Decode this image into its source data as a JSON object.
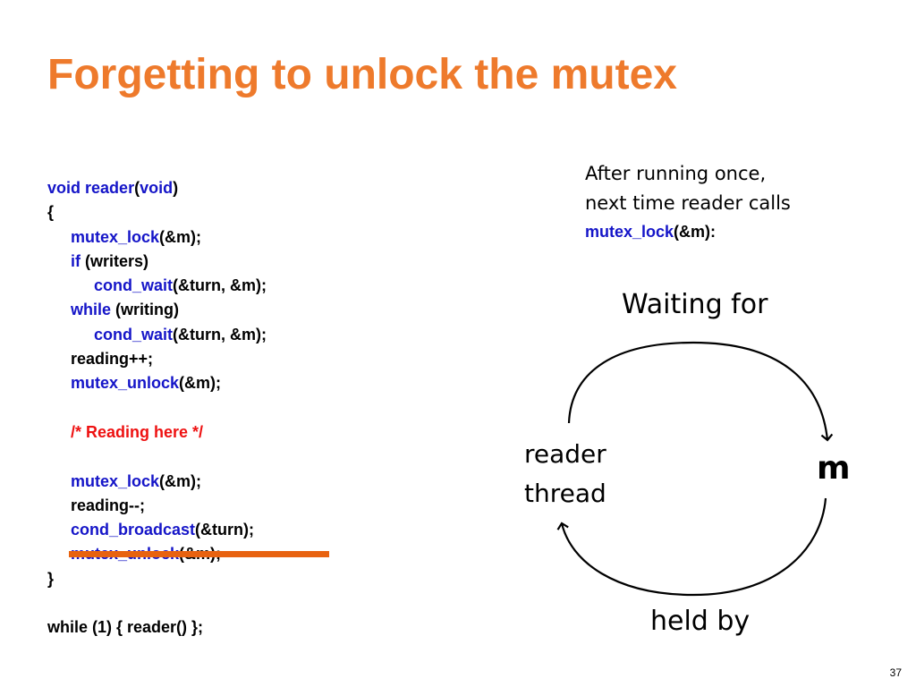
{
  "slide": {
    "title": "Forgetting to unlock the mutex",
    "page_number": "37"
  },
  "code": {
    "lines": [
      {
        "indent": 0,
        "parts": [
          {
            "t": "void",
            "k": "kw"
          },
          {
            "t": " ",
            "k": ""
          },
          {
            "t": "reader",
            "k": "kw"
          },
          {
            "t": "(",
            "k": ""
          },
          {
            "t": "void",
            "k": "kw"
          },
          {
            "t": ")",
            "k": ""
          }
        ]
      },
      {
        "indent": 0,
        "parts": [
          {
            "t": "{",
            "k": ""
          }
        ]
      },
      {
        "indent": 1,
        "parts": [
          {
            "t": "mutex_lock",
            "k": "kw"
          },
          {
            "t": "(&m);",
            "k": ""
          }
        ]
      },
      {
        "indent": 1,
        "parts": [
          {
            "t": "if",
            "k": "kw"
          },
          {
            "t": " (writers)",
            "k": ""
          }
        ]
      },
      {
        "indent": 2,
        "parts": [
          {
            "t": "cond_wait",
            "k": "kw"
          },
          {
            "t": "(&turn, &m);",
            "k": ""
          }
        ]
      },
      {
        "indent": 1,
        "parts": [
          {
            "t": "while",
            "k": "kw"
          },
          {
            "t": " (writing)",
            "k": ""
          }
        ]
      },
      {
        "indent": 2,
        "parts": [
          {
            "t": "cond_wait",
            "k": "kw"
          },
          {
            "t": "(&turn, &m);",
            "k": ""
          }
        ]
      },
      {
        "indent": 1,
        "parts": [
          {
            "t": "reading++;",
            "k": ""
          }
        ]
      },
      {
        "indent": 1,
        "parts": [
          {
            "t": "mutex_unlock",
            "k": "kw"
          },
          {
            "t": "(&m);",
            "k": ""
          }
        ]
      },
      {
        "indent": 0,
        "parts": []
      },
      {
        "indent": 1,
        "parts": [
          {
            "t": "/* Reading here */",
            "k": "cm"
          }
        ]
      },
      {
        "indent": 0,
        "parts": []
      },
      {
        "indent": 1,
        "parts": [
          {
            "t": "mutex_lock",
            "k": "kw"
          },
          {
            "t": "(&m);",
            "k": ""
          }
        ]
      },
      {
        "indent": 1,
        "parts": [
          {
            "t": "reading--;",
            "k": ""
          }
        ]
      },
      {
        "indent": 1,
        "parts": [
          {
            "t": "cond_broadcast",
            "k": "kw"
          },
          {
            "t": "(&turn);",
            "k": ""
          }
        ]
      },
      {
        "indent": 1,
        "parts": [
          {
            "t": "mutex_unlock",
            "k": "kw"
          },
          {
            "t": "(&m);",
            "k": ""
          }
        ]
      },
      {
        "indent": 0,
        "parts": [
          {
            "t": "}",
            "k": ""
          }
        ]
      },
      {
        "indent": 0,
        "parts": []
      },
      {
        "indent": 0,
        "parts": [
          {
            "t": "while (1) { reader() };",
            "k": ""
          }
        ]
      }
    ]
  },
  "note": {
    "line1": "After running once,",
    "line2": "next time reader calls",
    "call_fn": "mutex_lock",
    "call_args": "(&m):"
  },
  "diagram": {
    "top_label": "Waiting for",
    "bottom_label": "held by",
    "left_label_line1": "reader",
    "left_label_line2": "thread",
    "right_label": "m"
  },
  "colors": {
    "title": "#ee7a2c",
    "keyword": "#1515c8",
    "comment": "#ee1111",
    "strikethrough": "#e8620f"
  }
}
